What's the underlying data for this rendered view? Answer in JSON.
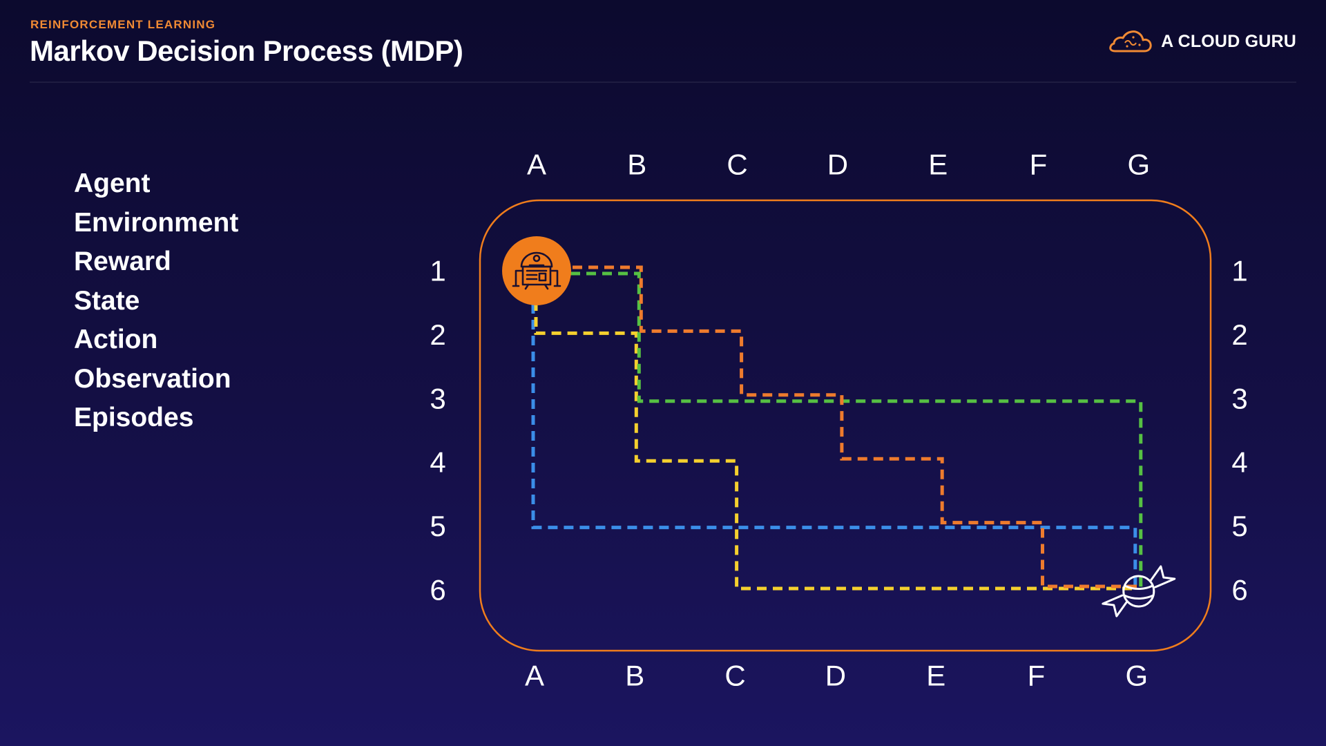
{
  "header": {
    "kicker": "REINFORCEMENT LEARNING",
    "title": "Markov Decision Process (MDP)"
  },
  "brand": {
    "name": "A CLOUD GURU",
    "logo_icon": "cloud-icon"
  },
  "terms": [
    "Agent",
    "Environment",
    "Reward",
    "State",
    "Action",
    "Observation",
    "Episodes"
  ],
  "grid": {
    "columns": [
      "A",
      "B",
      "C",
      "D",
      "E",
      "F",
      "G"
    ],
    "rows": [
      "1",
      "2",
      "3",
      "4",
      "5",
      "6"
    ],
    "agent": {
      "icon": "robot-icon",
      "cell": [
        "A",
        "1"
      ],
      "color": "#f07d1c"
    },
    "goal": {
      "icon": "candy-icon",
      "cell": [
        "G",
        "6"
      ]
    },
    "border_color": "#f07d1c"
  },
  "paths": [
    {
      "color": "#3b8ee8",
      "route": [
        [
          "A",
          "1"
        ],
        [
          "A",
          "5"
        ],
        [
          "G",
          "5"
        ],
        [
          "G",
          "6"
        ]
      ]
    },
    {
      "color": "#f5d02e",
      "route": [
        [
          "A",
          "1"
        ],
        [
          "A",
          "2"
        ],
        [
          "B",
          "2"
        ],
        [
          "B",
          "4"
        ],
        [
          "C",
          "4"
        ],
        [
          "C",
          "6"
        ],
        [
          "G",
          "6"
        ]
      ]
    },
    {
      "color": "#56c043",
      "route": [
        [
          "A",
          "1"
        ],
        [
          "B",
          "1"
        ],
        [
          "B",
          "3"
        ],
        [
          "G",
          "3"
        ],
        [
          "G",
          "6"
        ]
      ]
    },
    {
      "color": "#ee7b2d",
      "route": [
        [
          "A",
          "1"
        ],
        [
          "B",
          "1"
        ],
        [
          "B",
          "2"
        ],
        [
          "C",
          "2"
        ],
        [
          "C",
          "3"
        ],
        [
          "D",
          "3"
        ],
        [
          "D",
          "4"
        ],
        [
          "E",
          "4"
        ],
        [
          "E",
          "5"
        ],
        [
          "F",
          "5"
        ],
        [
          "F",
          "6"
        ],
        [
          "G",
          "6"
        ]
      ]
    }
  ]
}
